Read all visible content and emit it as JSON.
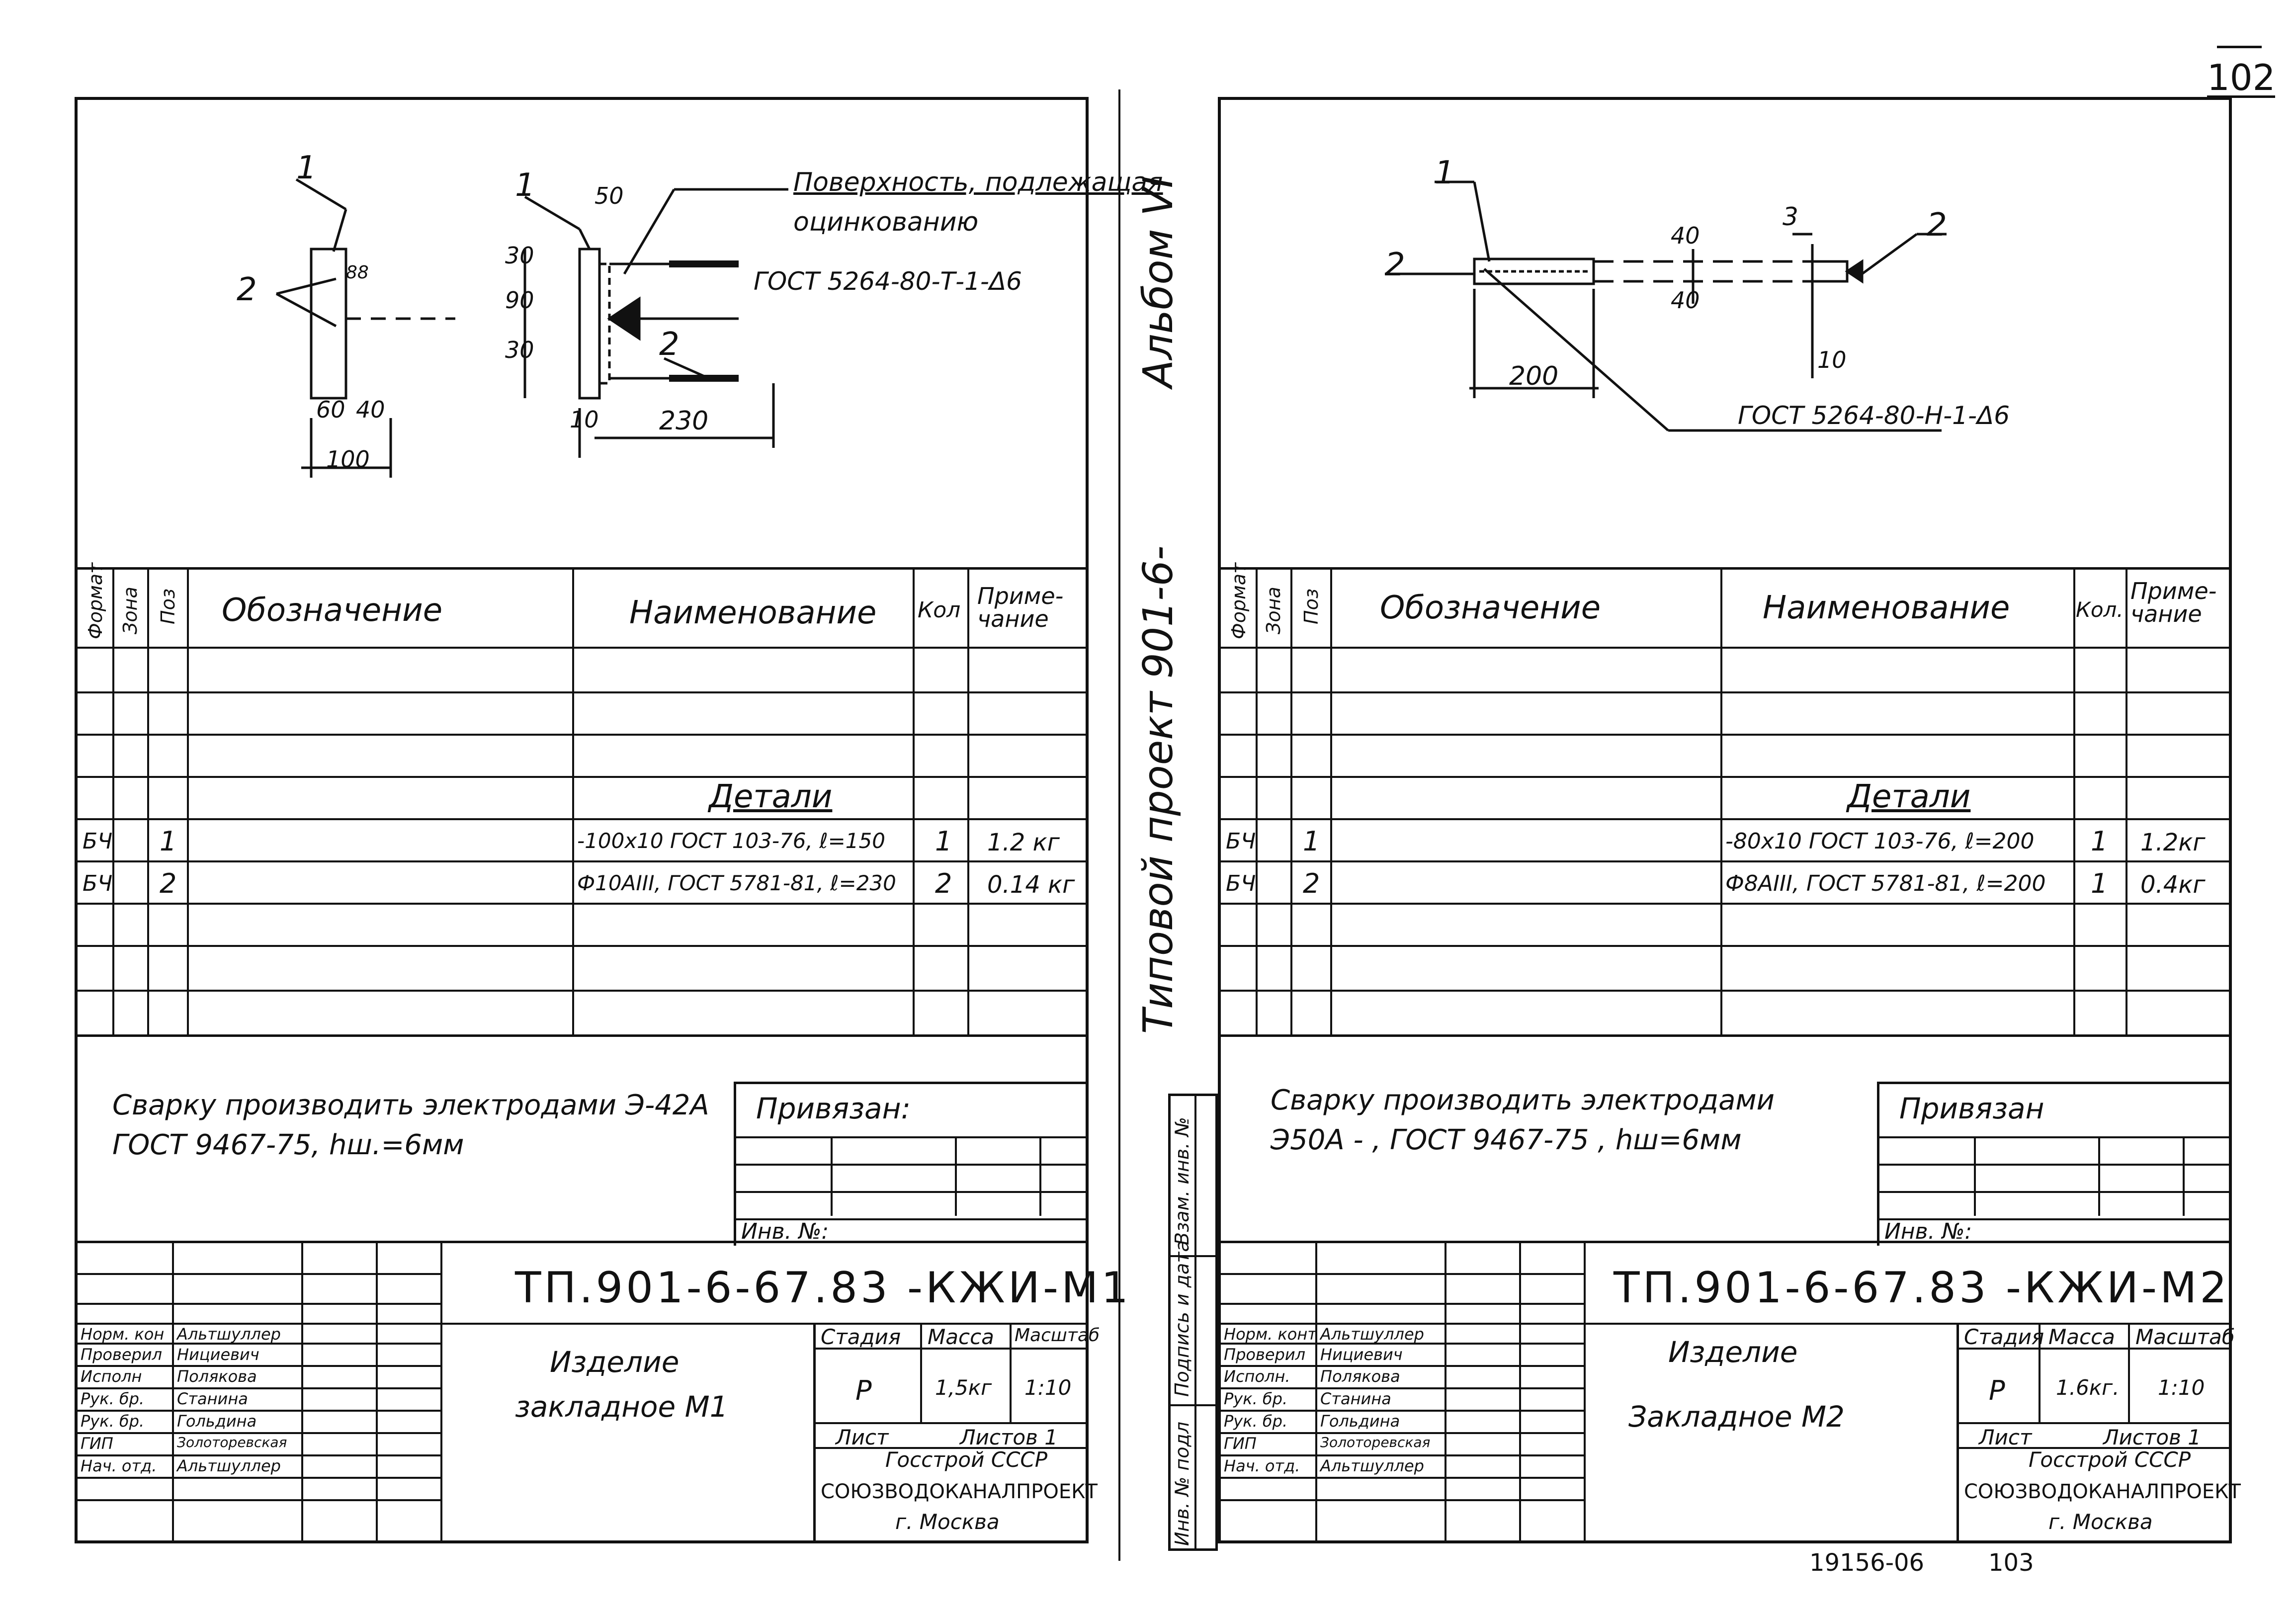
{
  "page_number": "102",
  "side_caption": {
    "album": "Альбом VI",
    "project": "Типовой проект 901-6-"
  },
  "side_stamp": {
    "c1": "Инв. № подл",
    "c2": "Подпись и дата",
    "c3": "Взам. инв. №"
  },
  "footer": {
    "num1": "19156-06",
    "num2": "103"
  },
  "sheets": [
    {
      "drawing": {
        "note_surface": "Поверхность, подлежащая",
        "note_surface2": "оцинкованию",
        "gost_weld": "ГОСТ 5264-80-Т-1-Δ6",
        "callouts": [
          "1",
          "1",
          "2",
          "2"
        ],
        "dims": [
          "50",
          "30",
          "90",
          "30",
          "60",
          "40",
          "100",
          "10",
          "230",
          "88"
        ]
      },
      "spec_header": {
        "format": "Формат",
        "zone": "Зона",
        "pos": "Поз",
        "designation": "Обозначение",
        "name": "Наименование",
        "qty": "Кол",
        "note": "Приме-чание"
      },
      "section_title": "Детали",
      "rows": [
        {
          "format": "БЧ",
          "pos": "1",
          "name": "-100х10 ГОСТ 103-76, ℓ=150",
          "qty": "1",
          "note": "1.2 кг"
        },
        {
          "format": "БЧ",
          "pos": "2",
          "name": "Ф10АIII, ГОСТ 5781-81, ℓ=230",
          "qty": "2",
          "note": "0.14 кг"
        }
      ],
      "weld_note1": "Сварку производить электродами Э-42А",
      "weld_note2": "ГОСТ 9467-75, hш.=6мм",
      "privyazan": "Привязан:",
      "inv": "Инв. №:",
      "code": "ТП.901-6-67.83 -КЖИ-М1",
      "item_title1": "Изделие",
      "item_title2": "закладное М1",
      "stamp_hdr": {
        "stage": "Стадия",
        "mass": "Масса",
        "scale": "Масштаб"
      },
      "stamp_vals": {
        "stage": "Р",
        "mass": "1,5кг",
        "scale": "1:10"
      },
      "sheet_lbl": "Лист",
      "sheets_lbl": "Листов 1",
      "org1": "Госстрой СССР",
      "org2": "СОЮЗВОДОКАНАЛПРОЕКТ",
      "org3": "г. Москва",
      "signers": [
        {
          "role": "Норм. кон",
          "name": "Альтшуллер"
        },
        {
          "role": "Проверил",
          "name": "Нициевич"
        },
        {
          "role": "Исполн",
          "name": "Полякова"
        },
        {
          "role": "Рук. бр.",
          "name": "Станина"
        },
        {
          "role": "Рук. бр.",
          "name": "Гольдина"
        },
        {
          "role": "ГИП",
          "name": "Золоторевская"
        },
        {
          "role": "Нач. отд.",
          "name": "Альтшуллер"
        }
      ]
    },
    {
      "drawing": {
        "gost_weld": "ГОСТ 5264-80-Н-1-Δ6",
        "callouts": [
          "1",
          "2",
          "2",
          "3"
        ],
        "dims": [
          "40",
          "40",
          "200",
          "10"
        ]
      },
      "spec_header": {
        "format": "Формат",
        "zone": "Зона",
        "pos": "Поз",
        "designation": "Обозначение",
        "name": "Наименование",
        "qty": "Кол.",
        "note": "Приме-чание"
      },
      "section_title": "Детали",
      "rows": [
        {
          "format": "БЧ",
          "pos": "1",
          "name": "-80х10 ГОСТ 103-76, ℓ=200",
          "qty": "1",
          "note": "1.2кг"
        },
        {
          "format": "БЧ",
          "pos": "2",
          "name": "Ф8АIII, ГОСТ 5781-81, ℓ=200",
          "qty": "1",
          "note": "0.4кг"
        }
      ],
      "weld_note1": "Сварку производить электродами",
      "weld_note2": "Э50А - , ГОСТ 9467-75 , hш=6мм",
      "privyazan": "Привязан",
      "inv": "Инв. №:",
      "code": "ТП.901-6-67.83 -КЖИ-М2",
      "item_title1": "Изделие",
      "item_title2": "Закладное М2",
      "stamp_hdr": {
        "stage": "Стадия",
        "mass": "Масса",
        "scale": "Масштаб"
      },
      "stamp_vals": {
        "stage": "Р",
        "mass": "1.6кг.",
        "scale": "1:10"
      },
      "sheet_lbl": "Лист",
      "sheets_lbl": "Листов 1",
      "org1": "Госстрой СССР",
      "org2": "СОЮЗВОДОКАНАЛПРОЕКТ",
      "org3": "г. Москва",
      "signers": [
        {
          "role": "Норм. конт",
          "name": "Альтшуллер"
        },
        {
          "role": "Проверил",
          "name": "Нициевич"
        },
        {
          "role": "Исполн.",
          "name": "Полякова"
        },
        {
          "role": "Рук. бр.",
          "name": "Станина"
        },
        {
          "role": "Рук. бр.",
          "name": "Гольдина"
        },
        {
          "role": "ГИП",
          "name": "Золоторевская"
        },
        {
          "role": "Нач. отд.",
          "name": "Альтшуллер"
        }
      ]
    }
  ]
}
